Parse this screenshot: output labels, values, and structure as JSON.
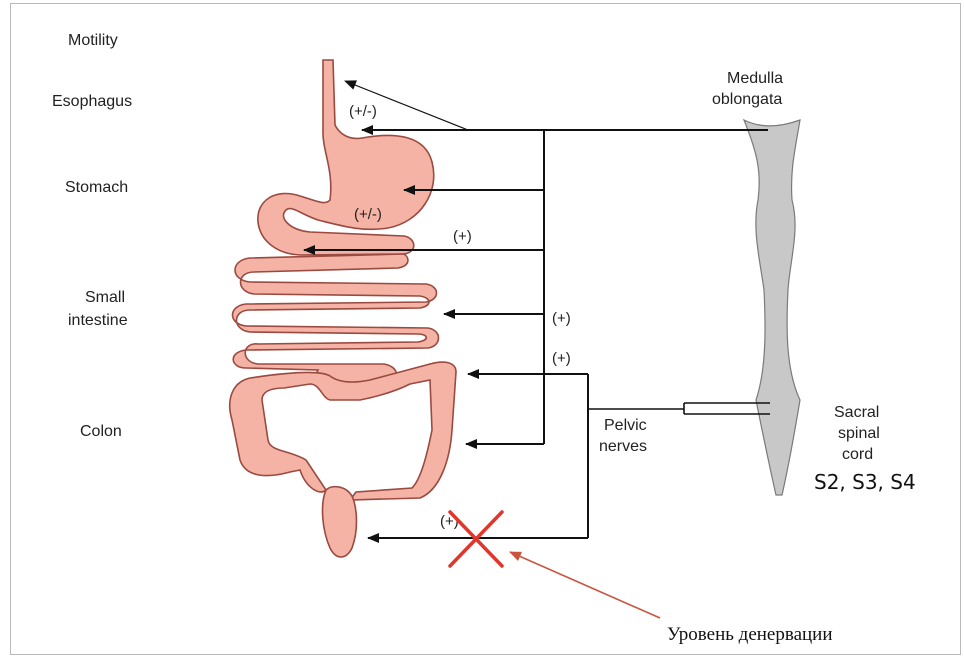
{
  "labels": {
    "motility": "Motility",
    "esophagus": "Esophagus",
    "stomach": "Stomach",
    "small_line1": "Small",
    "small_line2": "intestine",
    "colon": "Colon",
    "medulla_line1": "Medulla",
    "medulla_line2": "oblongata",
    "sacral_line1": "Sacral",
    "sacral_line2": "spinal",
    "sacral_line3": "cord",
    "sacral_segments": "S2, S3, S4",
    "pelvic_line1": "Pelvic",
    "pelvic_line2": "nerves"
  },
  "effects": {
    "esophagus": "(+/-)",
    "stomach": "(+/-)",
    "small_upper": "(+)",
    "small_mid": "(+)",
    "colon": "(+)",
    "rectum": "(+)"
  },
  "annotation": {
    "text": "Уровень денервации"
  },
  "colors": {
    "gut_fill": "#f4b3a5",
    "gut_stroke": "#9a4a40",
    "spinal_fill": "#c8c8c8",
    "arrow": "#111111",
    "cross": "#e0362b",
    "annotation_arrow": "#c8553f"
  }
}
